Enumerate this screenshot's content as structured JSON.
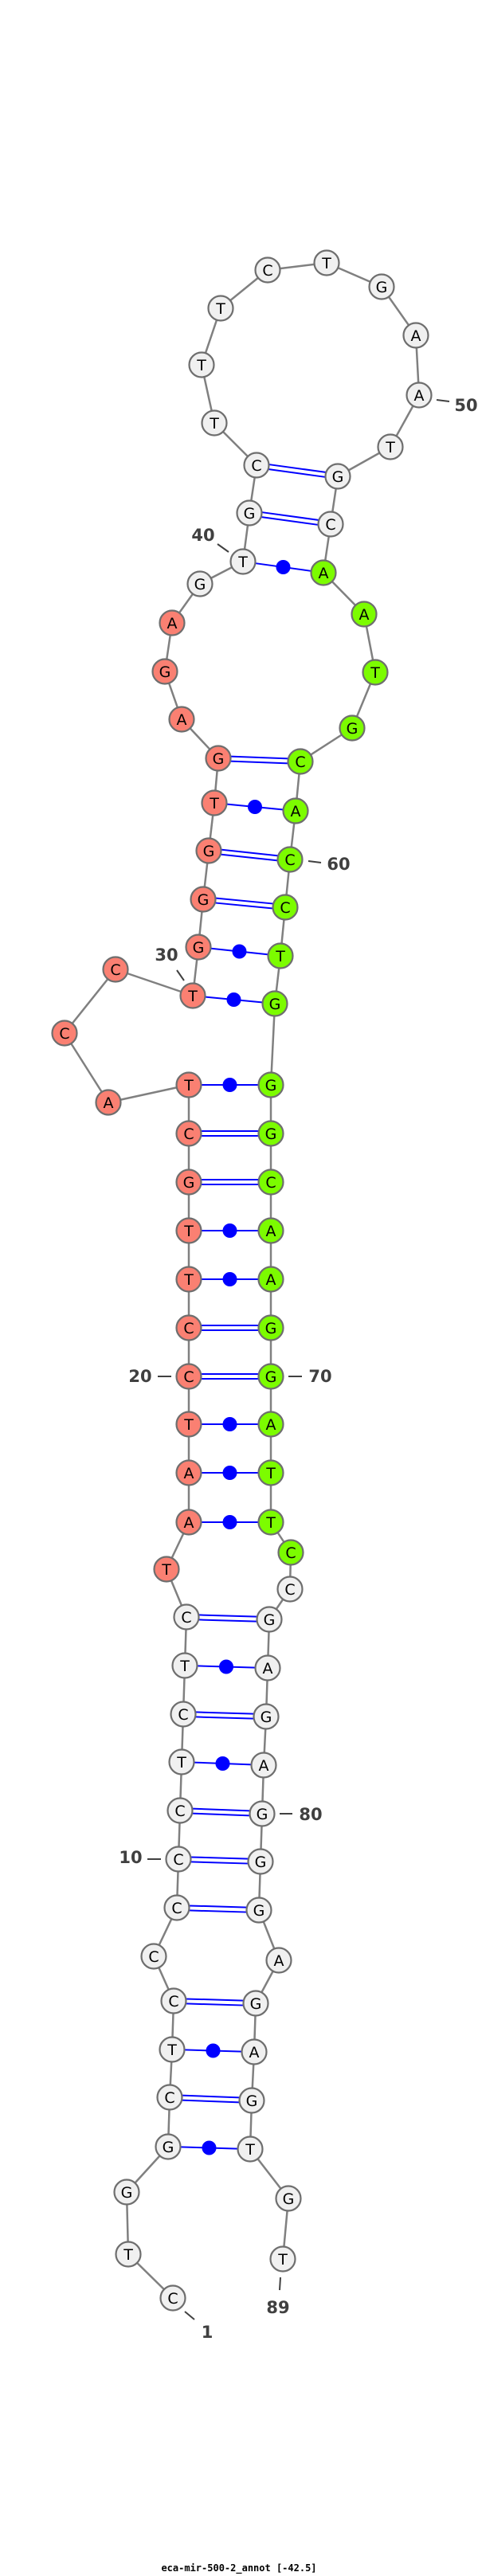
{
  "title": "eca-mir-500-2_annot [-42.5]",
  "sequence": "CTGGCTCCCCCTCTCTAATCCTTGCTACCTGGGTGAGAGTGCTTTCTGAATGCAATGCACCTGGGCAAGGATTCCGAGAGGGAGAGTGT",
  "colors": {
    "default": "#f0f0f0",
    "region_5p": "#fa8072",
    "region_3p": "#7cfc00",
    "pair_line": "#0000ff",
    "backbone": "#808080"
  },
  "highlight_regions": [
    {
      "name": "region_5p",
      "start": 16,
      "end": 38
    },
    {
      "name": "region_3p",
      "start": 54,
      "end": 74
    }
  ],
  "pairs": [
    [
      4,
      87
    ],
    [
      5,
      86
    ],
    [
      6,
      85
    ],
    [
      7,
      84
    ],
    [
      9,
      82
    ],
    [
      10,
      81
    ],
    [
      11,
      80
    ],
    [
      12,
      79
    ],
    [
      13,
      78
    ],
    [
      14,
      77
    ],
    [
      15,
      76
    ],
    [
      17,
      73
    ],
    [
      18,
      72
    ],
    [
      19,
      71
    ],
    [
      20,
      70
    ],
    [
      21,
      69
    ],
    [
      22,
      68
    ],
    [
      23,
      67
    ],
    [
      24,
      66
    ],
    [
      25,
      65
    ],
    [
      26,
      64
    ],
    [
      30,
      63
    ],
    [
      31,
      62
    ],
    [
      32,
      61
    ],
    [
      33,
      60
    ],
    [
      34,
      59
    ],
    [
      35,
      58
    ],
    [
      40,
      54
    ],
    [
      41,
      53
    ],
    [
      42,
      52
    ]
  ],
  "number_labels": [
    "1",
    "10",
    "20",
    "30",
    "40",
    "50",
    "60",
    "70",
    "80",
    "89"
  ]
}
